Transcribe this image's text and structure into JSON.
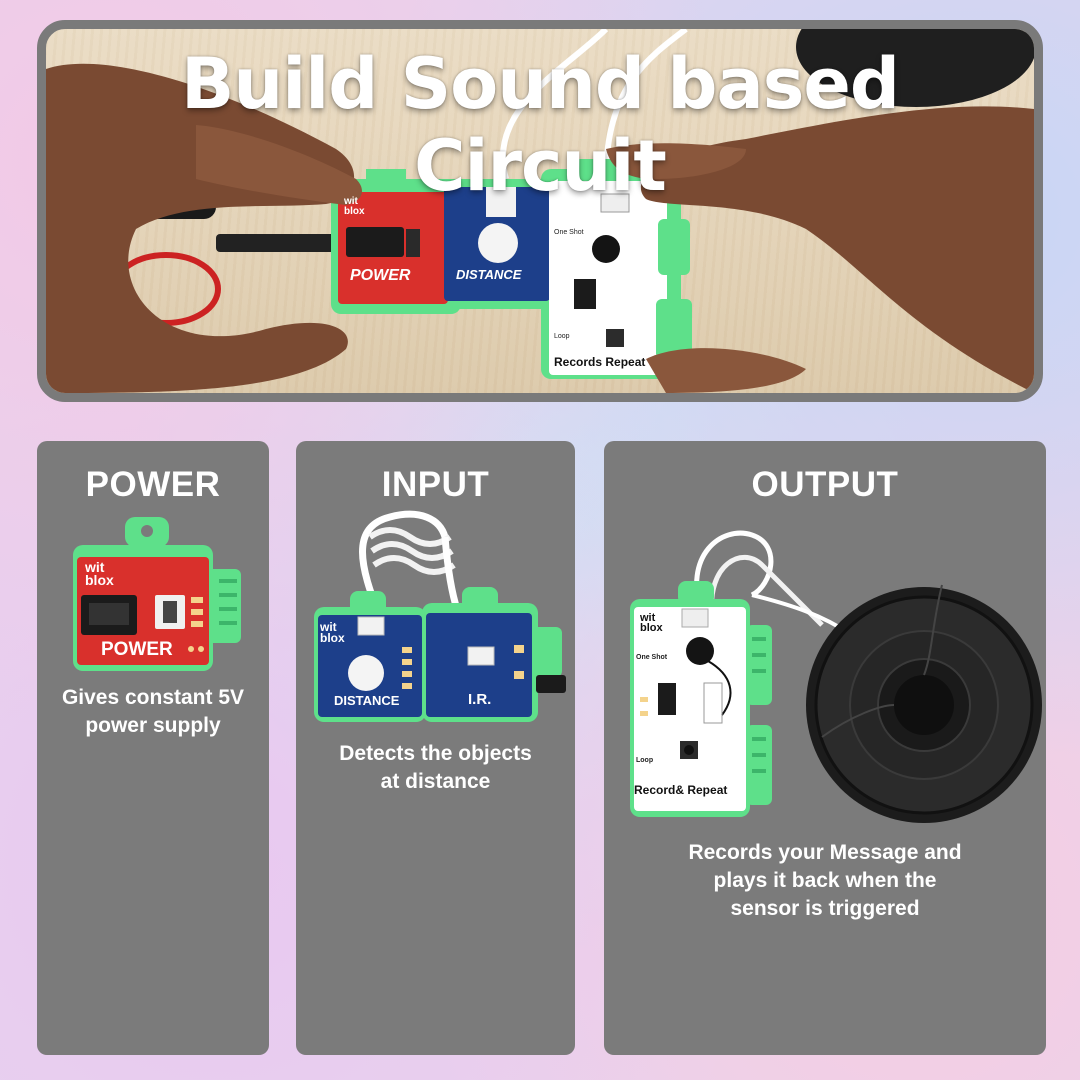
{
  "hero": {
    "title": "Build Sound based Circuit",
    "modules": {
      "power_label": "POWER",
      "distance_label": "DISTANCE",
      "record_label": "Records Repeat",
      "one_shot": "One Shot",
      "loop": "Loop"
    }
  },
  "brand": {
    "top": "wit",
    "bottom": "blox"
  },
  "cards": {
    "power": {
      "title": "POWER",
      "board_label": "POWER",
      "description_lines": [
        "Gives constant 5V",
        "power supply"
      ]
    },
    "input": {
      "title": "INPUT",
      "board_label_1": "DISTANCE",
      "board_label_2": "I.R.",
      "description_lines": [
        "Detects the objects",
        "at distance"
      ]
    },
    "output": {
      "title": "OUTPUT",
      "board_label": "Record& Repeat",
      "one_shot": "One Shot",
      "loop": "Loop",
      "description_lines": [
        "Records your Message and",
        "plays it back when the",
        "sensor is triggered"
      ]
    }
  },
  "colors": {
    "card_bg": "#7b7b7b",
    "frame": "#7a7a7a",
    "power_board": "#d9302c",
    "sensor_board": "#1d3f8a",
    "output_board": "#ffffff",
    "connector_green": "#5ee08a"
  }
}
